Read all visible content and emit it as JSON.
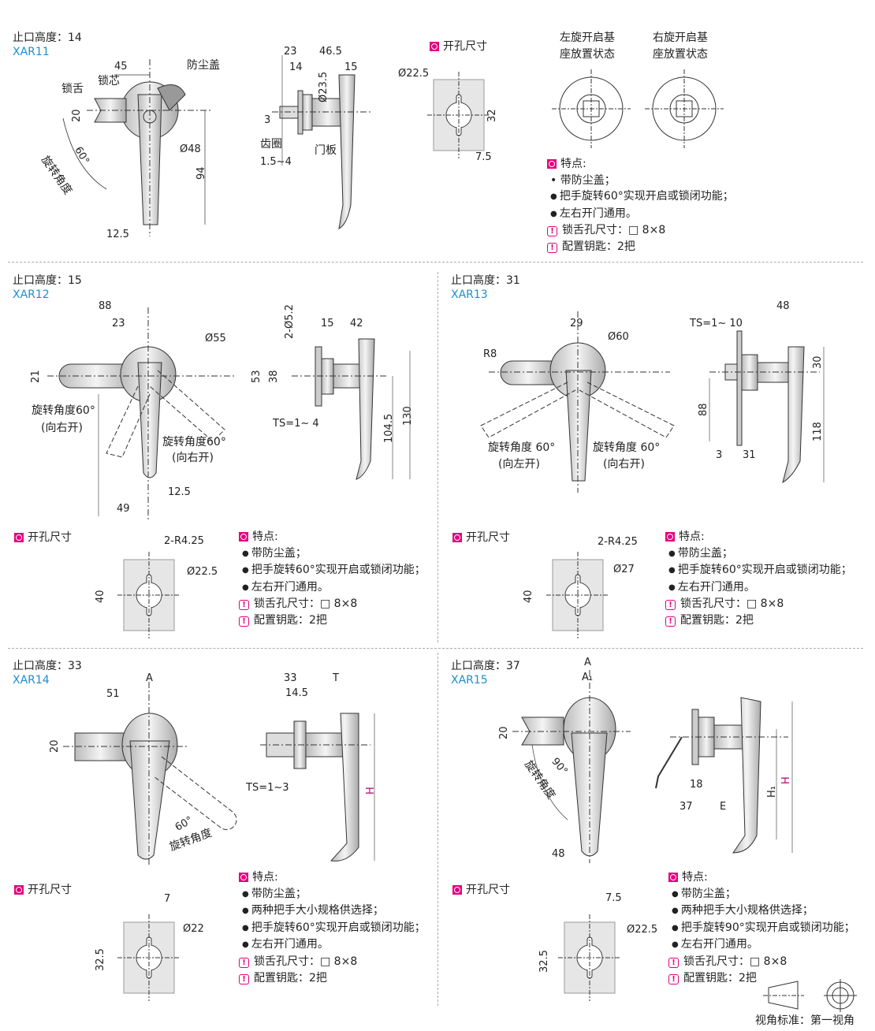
{
  "common": {
    "hole_title": "开孔尺寸",
    "features_title": "特点:",
    "f_dust": "• 带防尘盖；",
    "f_rot60": "把手旋转60°实现开启或锁闭功能；",
    "f_rot90": "把手旋转90°实现开启或锁闭功能；",
    "f_lr": "左右开门通用。",
    "f_two": "两种把手大小规格供选择；",
    "f_dustcover": "带防尘盖；",
    "note_hole": "锁舌孔尺寸：□ 8×8",
    "note_key": "配置钥匙：2把"
  },
  "xar11": {
    "stop": "止口高度：14",
    "model": "XAR11",
    "front": [
      "45",
      "防尘盖",
      "锁芯",
      "锁舌",
      "20",
      "60°",
      "旋转角度",
      "Ø48",
      "94",
      "12.5"
    ],
    "side": [
      "23",
      "46.5",
      "14",
      "15",
      "Ø23.5",
      "3",
      "齿圈",
      "门板",
      "1.5~4"
    ],
    "hole": [
      "Ø22.5",
      "32",
      "7.5"
    ],
    "state": [
      "左旋开启基",
      "座放置状态",
      "右旋开启基",
      "座放置状态"
    ]
  },
  "xar12": {
    "stop": "止口高度：15",
    "model": "XAR12",
    "front": [
      "88",
      "23",
      "Ø55",
      "21",
      "旋转角度60°",
      "(向右开)",
      "旋转角度60°",
      "(向右开)",
      "12.5",
      "49"
    ],
    "side": [
      "2-Ø5.2",
      "15",
      "42",
      "53",
      "38",
      "TS=1~ 4",
      "104.5",
      "130"
    ],
    "hole": [
      "2-R4.25",
      "Ø22.5",
      "40"
    ]
  },
  "xar13": {
    "stop": "止口高度：31",
    "model": "XAR13",
    "front": [
      "29",
      "Ø60",
      "R8",
      "旋转角度 60°",
      "(向左开)",
      "旋转角度 60°",
      "(向右开)"
    ],
    "side": [
      "48",
      "TS=1~ 10",
      "30",
      "88",
      "118",
      "3",
      "31"
    ],
    "hole": [
      "2-R4.25",
      "Ø27",
      "40"
    ]
  },
  "xar14": {
    "stop": "止口高度：33",
    "model": "XAR14",
    "front": [
      "51",
      "A",
      "20",
      "60°",
      "旋转角度"
    ],
    "side": [
      "33",
      "T",
      "14.5",
      "TS=1~3",
      "H"
    ],
    "hole": [
      "7",
      "Ø22",
      "32.5"
    ]
  },
  "xar15": {
    "stop": "止口高度：37",
    "model": "XAR15",
    "front": [
      "A",
      "A₁",
      "20",
      "90°",
      "旋转角度",
      "48"
    ],
    "side": [
      "18",
      "37",
      "E",
      "H₁",
      "H"
    ],
    "hole": [
      "7.5",
      "Ø22.5",
      "32.5"
    ]
  },
  "footer": {
    "view_standard": "视角标准：第一视角"
  },
  "colors": {
    "accent": "#e4007f",
    "model": "#1a8fd0",
    "plate": "#e6e6e6"
  }
}
